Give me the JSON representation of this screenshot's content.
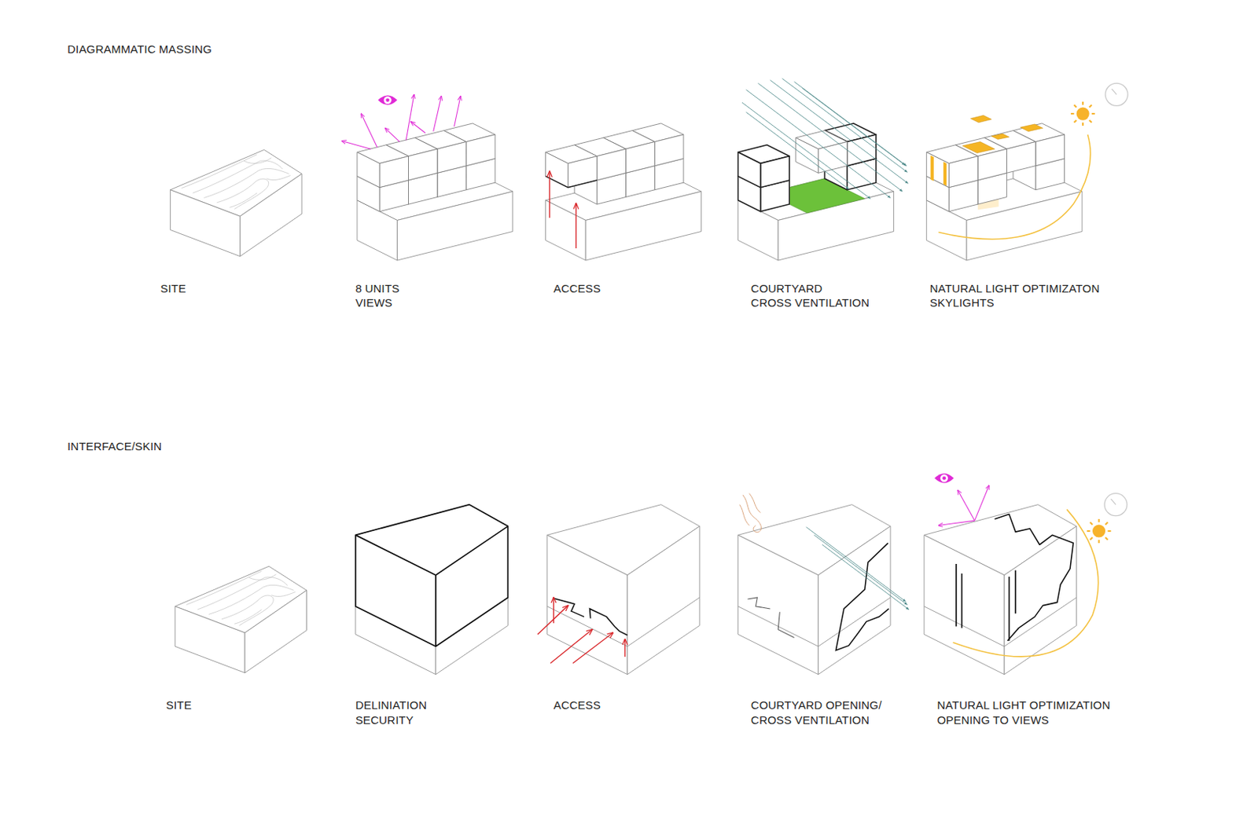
{
  "diagram": {
    "labels": [
      "DIAGRAMMATIC MASSING",
      "SITE",
      "8 UNITS",
      "VIEWS",
      "ACCESS",
      "COURTYARD",
      "CROSS VENTILATION",
      "NATURAL LIGHT OPTIMIZATON",
      "SKYLIGHTS",
      "INTERFACE/SKIN",
      "SITE",
      "DELINIATION",
      "SECURITY",
      "ACCESS",
      "COURTYARD OPENING/",
      "CROSS VENTILATION",
      "NATURAL LIGHT OPTIMIZATION",
      "OPENING TO VIEWS"
    ]
  }
}
